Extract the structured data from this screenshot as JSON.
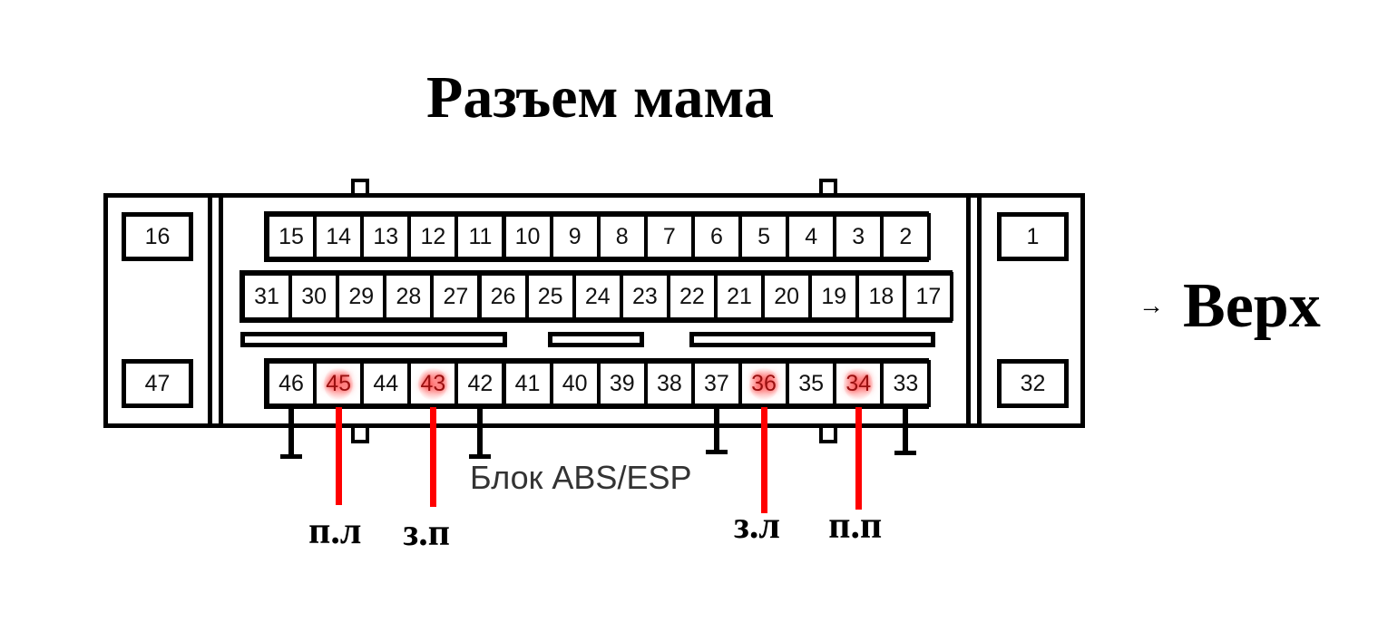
{
  "title": "Разъем мама",
  "direction": {
    "arrow": "→",
    "label": "Верх"
  },
  "unit_label": "Блок ABS/ESP",
  "pins": {
    "left_top": "16",
    "left_bottom": "47",
    "right_top": "1",
    "right_bottom": "32",
    "row1": [
      "15",
      "14",
      "13",
      "12",
      "11",
      "10",
      "9",
      "8",
      "7",
      "6",
      "5",
      "4",
      "3",
      "2"
    ],
    "row2": [
      "31",
      "30",
      "29",
      "28",
      "27",
      "26",
      "25",
      "24",
      "23",
      "22",
      "21",
      "20",
      "19",
      "18",
      "17"
    ],
    "row3": [
      "46",
      "45",
      "44",
      "43",
      "42",
      "41",
      "40",
      "39",
      "38",
      "37",
      "36",
      "35",
      "34",
      "33"
    ]
  },
  "highlighted_pins": [
    "45",
    "43",
    "36",
    "34"
  ],
  "ground_pins": [
    "46",
    "42",
    "37",
    "33"
  ],
  "wire_labels": [
    {
      "pin": "45",
      "label": "п.л"
    },
    {
      "pin": "43",
      "label": "з.п"
    },
    {
      "pin": "36",
      "label": "з.л"
    },
    {
      "pin": "34",
      "label": "п.п"
    }
  ],
  "colors": {
    "highlight": "#ff0000",
    "outline": "#000000"
  }
}
